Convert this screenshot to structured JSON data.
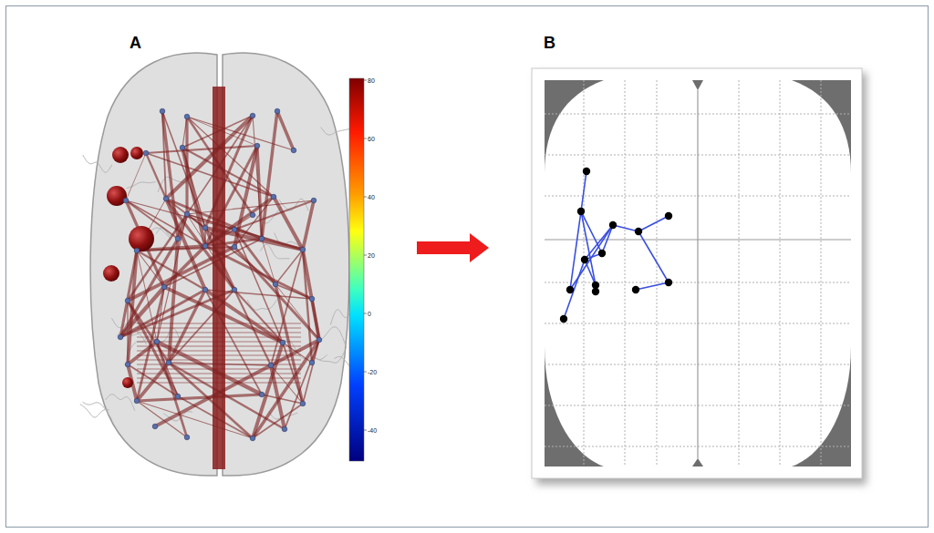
{
  "diagram": {
    "labels": [
      "A",
      "B",
      "80",
      "60",
      "40",
      "20",
      "0",
      "-20",
      "-40"
    ]
  }
}
